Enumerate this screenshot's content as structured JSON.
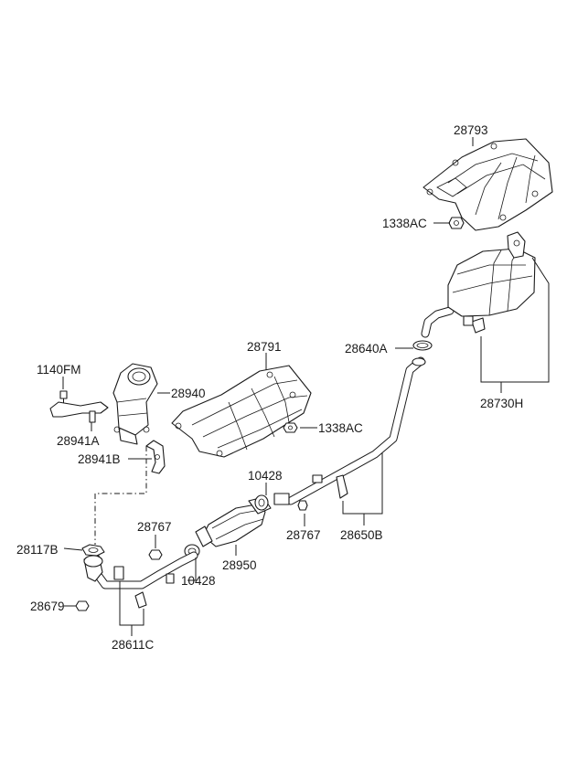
{
  "diagram": {
    "parts": [
      {
        "id": "28793",
        "label": "28793"
      },
      {
        "id": "1338AC-top",
        "label": "1338AC"
      },
      {
        "id": "28640A",
        "label": "28640A"
      },
      {
        "id": "28730H",
        "label": "28730H"
      },
      {
        "id": "28791",
        "label": "28791"
      },
      {
        "id": "1140FM",
        "label": "1140FM"
      },
      {
        "id": "28940",
        "label": "28940"
      },
      {
        "id": "1338AC-mid",
        "label": "1338AC"
      },
      {
        "id": "28941A",
        "label": "28941A"
      },
      {
        "id": "28941B",
        "label": "28941B"
      },
      {
        "id": "10428-upper",
        "label": "10428"
      },
      {
        "id": "28767-left",
        "label": "28767"
      },
      {
        "id": "28767-right",
        "label": "28767"
      },
      {
        "id": "28650B",
        "label": "28650B"
      },
      {
        "id": "28117B",
        "label": "28117B"
      },
      {
        "id": "28950",
        "label": "28950"
      },
      {
        "id": "10428-lower",
        "label": "10428"
      },
      {
        "id": "28679",
        "label": "28679"
      },
      {
        "id": "28611C",
        "label": "28611C"
      }
    ]
  }
}
